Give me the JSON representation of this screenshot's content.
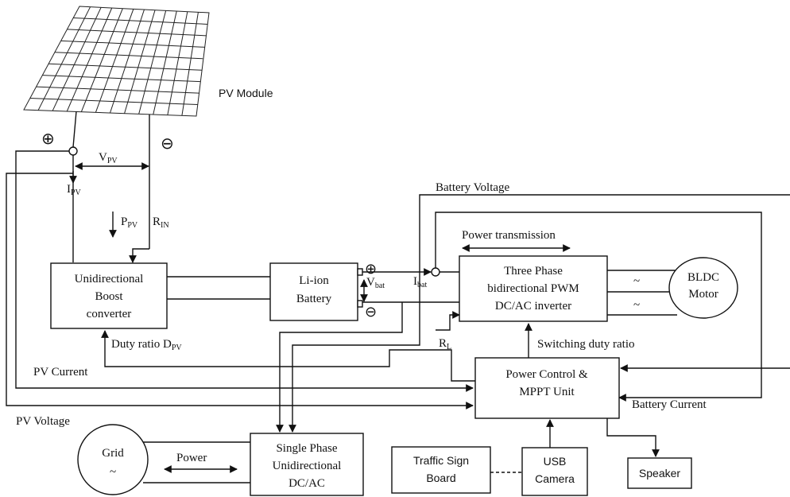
{
  "pv_module": {
    "label": "PV Module",
    "plus_symbol": "⊕",
    "minus_symbol": "⊖",
    "vpv_main": "V",
    "vpv_sub": "PV",
    "ipv_main": "I",
    "ipv_sub": "PV",
    "ppv_main": "P",
    "ppv_sub": "PV",
    "rin_main": "R",
    "rin_sub": "IN"
  },
  "boost_converter": {
    "lines": [
      "Unidirectional",
      "Boost",
      "converter"
    ]
  },
  "battery": {
    "lines": [
      "Li-ion",
      "Battery"
    ],
    "plus_symbol": "⊕",
    "minus_symbol": "⊖",
    "vbat_main": "V",
    "vbat_sub": "bat",
    "ibat_main": "I",
    "ibat_sub": "bat"
  },
  "inverter": {
    "lines": [
      "Three Phase",
      "bidirectional PWM",
      "DC/AC inverter"
    ]
  },
  "motor": {
    "lines": [
      "BLDC",
      "Motor"
    ],
    "phase_symbol": "~"
  },
  "control_unit": {
    "lines": [
      "Power Control &",
      "MPPT Unit"
    ]
  },
  "single_phase": {
    "lines": [
      "Single Phase",
      "Unidirectional",
      "DC/AC"
    ]
  },
  "grid": {
    "label": "Grid",
    "symbol": "~"
  },
  "traffic_sign": {
    "lines": [
      "Traffic Sign",
      "Board"
    ]
  },
  "usb_camera": {
    "lines": [
      "USB",
      "Camera"
    ]
  },
  "speaker": {
    "label": "Speaker"
  },
  "signals": {
    "battery_voltage": "Battery Voltage",
    "power_transmission": "Power transmission",
    "duty_ratio_main": "Duty ratio D",
    "duty_ratio_sub": "PV",
    "switching_duty_ratio": "Switching duty ratio",
    "pv_current": "PV Current",
    "pv_voltage": "PV Voltage",
    "battery_current": "Battery Current",
    "power": "Power",
    "rl_main": "R",
    "rl_sub": "L"
  }
}
